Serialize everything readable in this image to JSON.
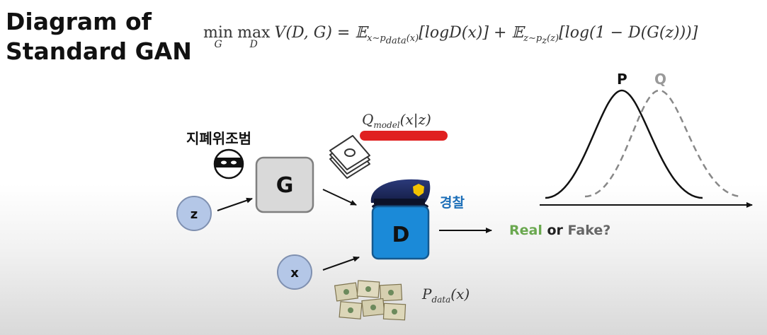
{
  "title": {
    "line1": "Diagram of",
    "line2": "Standard GAN"
  },
  "formula": {
    "min": "min",
    "min_sub": "G",
    "max": "max",
    "max_sub": "D",
    "body": "V(D, G) = 𝔼",
    "sub1": "x∼p",
    "sub1b": "data",
    "sub1c": "(x)",
    "mid": "[logD(x)] + 𝔼",
    "sub2": "z∼p",
    "sub2b": "z",
    "sub2c": "(z)",
    "tail": "[log(1 − D(G(z)))]"
  },
  "labels": {
    "counterfeiter": "지폐위조범",
    "police": "경찰",
    "q_model_main": "Q",
    "q_model_sub": "model",
    "q_model_args": "(x|z)",
    "p_data_main": "P",
    "p_data_sub": "data",
    "p_data_args": "(x)"
  },
  "nodes": {
    "generator": "G",
    "discriminator": "D",
    "noise": "z",
    "real_sample": "x"
  },
  "verdict": {
    "real": "Real",
    "or": "or",
    "fake": "Fake?"
  },
  "curves": {
    "p": "P",
    "q": "Q"
  },
  "colors": {
    "generator_fill": "#d9d9d9",
    "generator_border": "#7f7f7f",
    "discriminator_fill": "#1b8ad8",
    "discriminator_border": "#15598f",
    "node_fill": "#b4c7e7",
    "node_border": "#7f90b0",
    "highlight_underline": "#e02020",
    "police_text": "#1d6fb8",
    "real_text": "#6aa84f",
    "fake_text": "#666666"
  },
  "icons": {
    "mask": "bandit-mask-icon",
    "cash_stack": "cash-stack-icon",
    "police_hat": "police-hat-icon",
    "money_pile": "money-pile-icon"
  }
}
